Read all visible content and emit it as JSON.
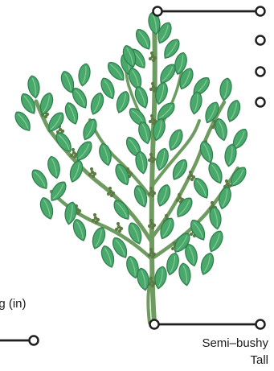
{
  "labels": {
    "left_truncated": "ng (in)",
    "growth_habit": "Semi–bushy",
    "plant_size": "Tall"
  },
  "colors": {
    "line": "#1f1f1f",
    "leaf_fill": "#49a96b",
    "leaf_dark": "#2f7c4d",
    "leaf_light": "#8fd1a4",
    "stem": "#6e9b5f",
    "seed": "#5d7c45",
    "bg": "#ffffff"
  },
  "icons": {
    "connector_marker": "circle-outline-icon",
    "plant": "plant-illustration"
  }
}
